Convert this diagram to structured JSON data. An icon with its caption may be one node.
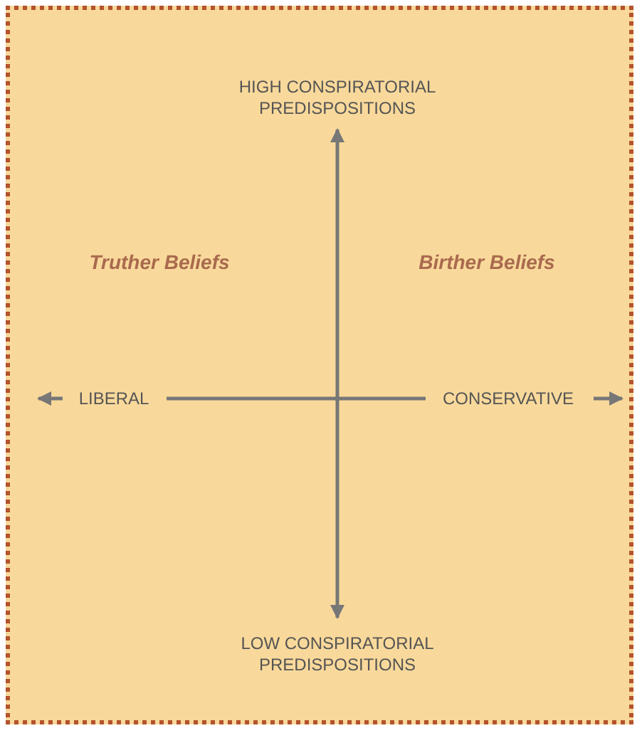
{
  "diagram": {
    "labels": [
      "HIGH CONSPIRATORIAL PREDISPOSITIONS",
      "Truther Beliefs",
      "Birther Beliefs",
      "LIBERAL",
      "CONSERVATIVE",
      "LOW CONSPIRATORIAL PREDISPOSITIONS"
    ]
  }
}
